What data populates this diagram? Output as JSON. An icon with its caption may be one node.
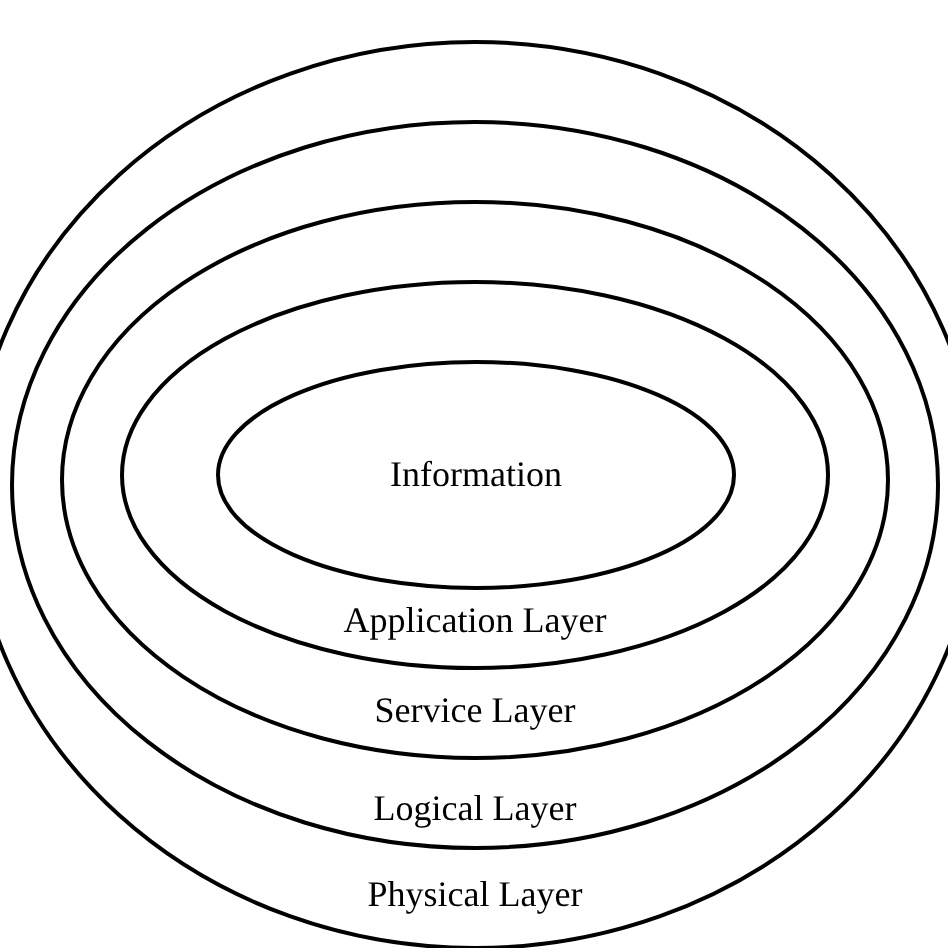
{
  "diagram": {
    "nodes": [
      {
        "text": [
          "Physical Layer"
        ]
      },
      {
        "text": [
          "Logical Layer"
        ],
        "in": 0
      },
      {
        "text": [
          "Service Layer"
        ],
        "in": 1
      },
      {
        "text": [
          "Application Layer"
        ],
        "in": 2
      },
      {
        "text": [
          "Information"
        ],
        "in": 3
      }
    ]
  }
}
